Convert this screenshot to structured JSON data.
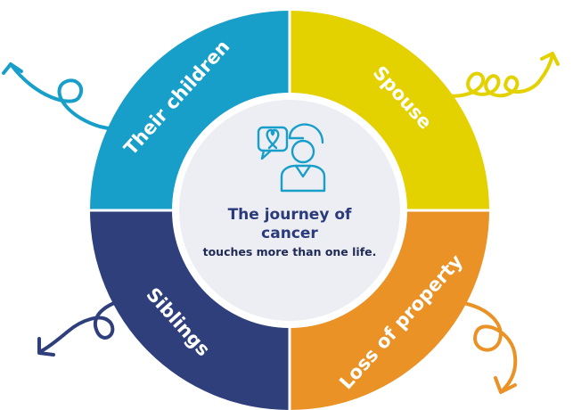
{
  "colors": {
    "teal": "#179fca",
    "yellow": "#e3d100",
    "orange": "#ea9226",
    "navy": "#2e3f7c",
    "center_fill": "#eceef4",
    "center_ring": "#ffffff",
    "icon": "#179fca",
    "title_text": "#2a3a7a"
  },
  "segments": [
    {
      "label": "Their children",
      "color": "#179fca",
      "icon": "curly-arrow-up-left-icon"
    },
    {
      "label": "Spouse",
      "color": "#e3d100",
      "icon": "curly-arrow-up-right-icon"
    },
    {
      "label": "Loss of property",
      "color": "#ea9226",
      "icon": "curly-arrow-down-right-icon"
    },
    {
      "label": "Siblings",
      "color": "#2e3f7c",
      "icon": "curly-arrow-down-left-icon"
    }
  ],
  "center": {
    "icon": "person-with-cancer-ribbon-icon",
    "title_line1": "The journey of",
    "title_line2": "cancer",
    "subtitle": "touches more than one life."
  }
}
